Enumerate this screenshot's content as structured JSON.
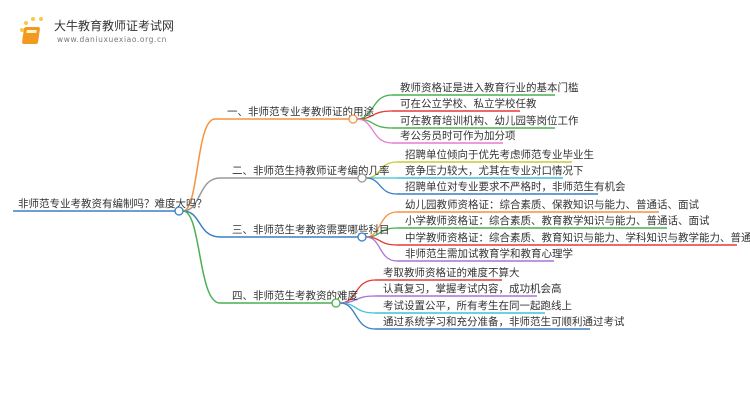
{
  "logo": {
    "title": "大牛教育教师证考试网",
    "url": "www.daniuxuexiao.org.cn"
  },
  "root": {
    "label": "非师范专业考教资有编制吗？难度大吗？",
    "color": "#3a7fc4"
  },
  "branches": [
    {
      "label": "一、非师范专业考教师证的用途",
      "color": "#f5923e",
      "children": [
        {
          "label": "教师资格证是进入教育行业的基本门槛",
          "color": "#4caf50"
        },
        {
          "label": "可在公立学校、私立学校任教",
          "color": "#e53935"
        },
        {
          "label": "可在教育培训机构、幼儿园等岗位工作",
          "color": "#4caf50"
        },
        {
          "label": "考公务员时可作为加分项",
          "color": "#e87ad0"
        }
      ]
    },
    {
      "label": "二、非师范生持教师证考编的几率",
      "color": "#999999",
      "children": [
        {
          "label": "招聘单位倾向于优先考虑师范专业毕业生",
          "color": "#c9c93a"
        },
        {
          "label": "竞争压力较大，尤其在专业对口情况下",
          "color": "#3ec1d8"
        },
        {
          "label": "招聘单位对专业要求不严格时，非师范生有机会",
          "color": "#3a7fc4"
        }
      ]
    },
    {
      "label": "三、非师范生考教资需要哪些科目",
      "color": "#3a7fc4",
      "children": [
        {
          "label": "幼儿园教师资格证：综合素质、保教知识与能力、普通话、面试",
          "color": "#f5923e"
        },
        {
          "label": "小学教师资格证：综合素质、教育教学知识与能力、普通话、面试",
          "color": "#4caf50"
        },
        {
          "label": "中学教师资格证：综合素质、教育知识与能力、学科知识与教学能力、普通话、面试",
          "color": "#e53935"
        },
        {
          "label": "非师范生需加试教育学和教育心理学",
          "color": "#a574d6"
        }
      ]
    },
    {
      "label": "四、非师范生考教资的难度",
      "color": "#4caf50",
      "children": [
        {
          "label": "考取教师资格证的难度不算大",
          "color": "#e53935"
        },
        {
          "label": "认真复习，掌握考试内容，成功机会高",
          "color": "#a574d6"
        },
        {
          "label": "考试设置公平，所有考生在同一起跑线上",
          "color": "#3ec1d8"
        },
        {
          "label": "通过系统学习和充分准备，非师范生可顺利通过考试",
          "color": "#3a7fc4"
        }
      ]
    }
  ]
}
